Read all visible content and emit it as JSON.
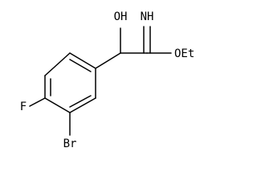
{
  "molecule": {
    "atoms": {
      "hydroxyl": "OH",
      "imine": "NH",
      "ethoxy": "OEt",
      "fluorine": "F",
      "bromine": "Br"
    }
  }
}
